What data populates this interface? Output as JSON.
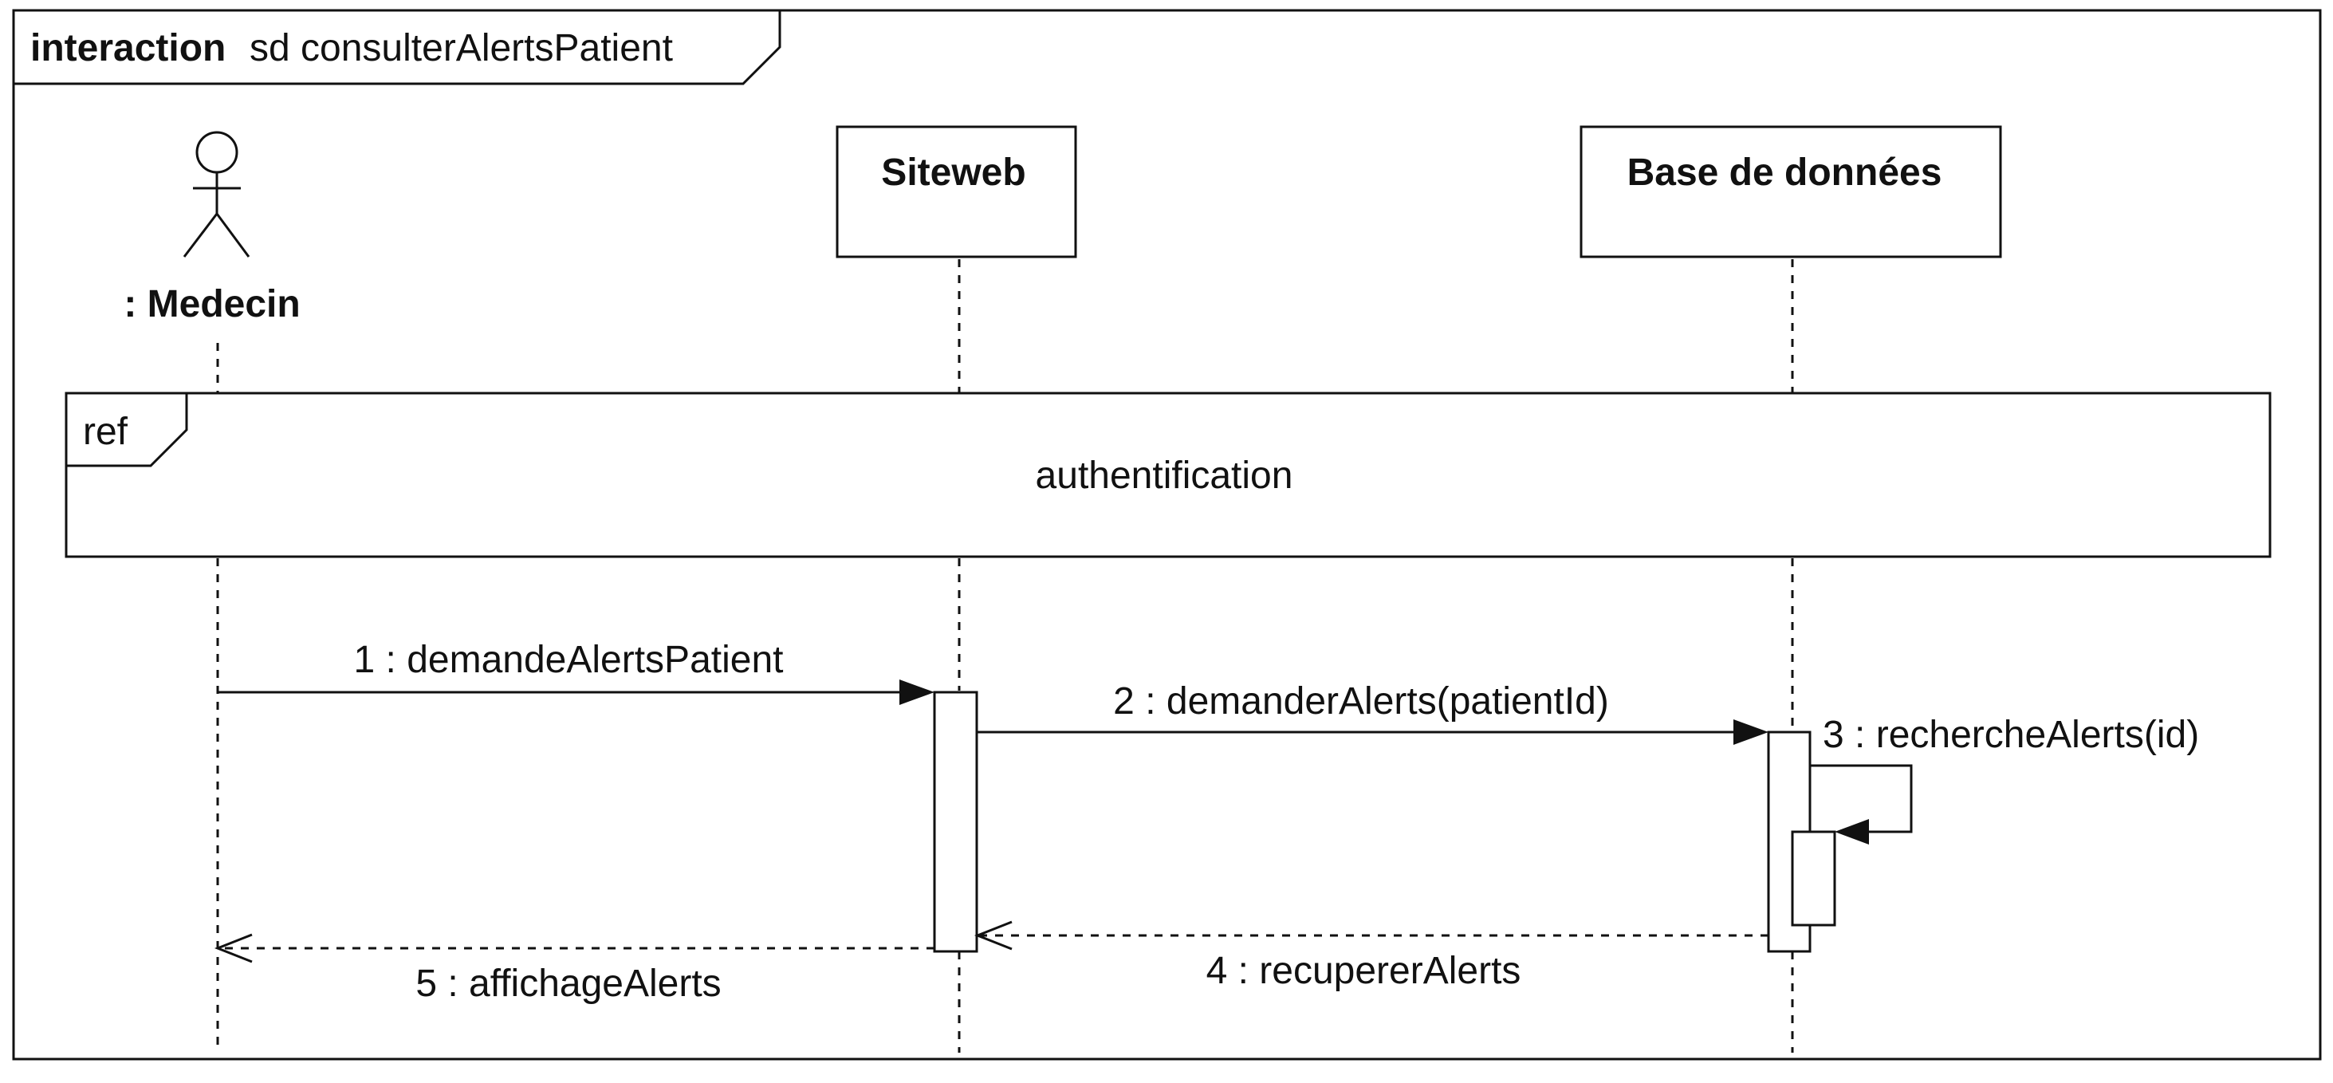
{
  "frame": {
    "keyword": "interaction",
    "title": "sd consulterAlertsPatient"
  },
  "lifelines": [
    {
      "id": "medecin",
      "label": ": Medecin",
      "kind": "actor"
    },
    {
      "id": "siteweb",
      "label": "Siteweb",
      "kind": "object"
    },
    {
      "id": "bdd",
      "label": "Base de données",
      "kind": "object"
    }
  ],
  "ref_fragment": {
    "keyword": "ref",
    "label": "authentification"
  },
  "messages": [
    {
      "label": "1 : demandeAlertsPatient",
      "from": "medecin",
      "to": "siteweb",
      "kind": "sync"
    },
    {
      "label": "2 : demanderAlerts(patientId)",
      "from": "siteweb",
      "to": "bdd",
      "kind": "sync"
    },
    {
      "label": "3 : rechercheAlerts(id)",
      "from": "bdd",
      "to": "bdd",
      "kind": "self"
    },
    {
      "label": "4 : recupererAlerts",
      "from": "bdd",
      "to": "siteweb",
      "kind": "reply"
    },
    {
      "label": "5 : affichageAlerts",
      "from": "siteweb",
      "to": "medecin",
      "kind": "reply"
    }
  ]
}
